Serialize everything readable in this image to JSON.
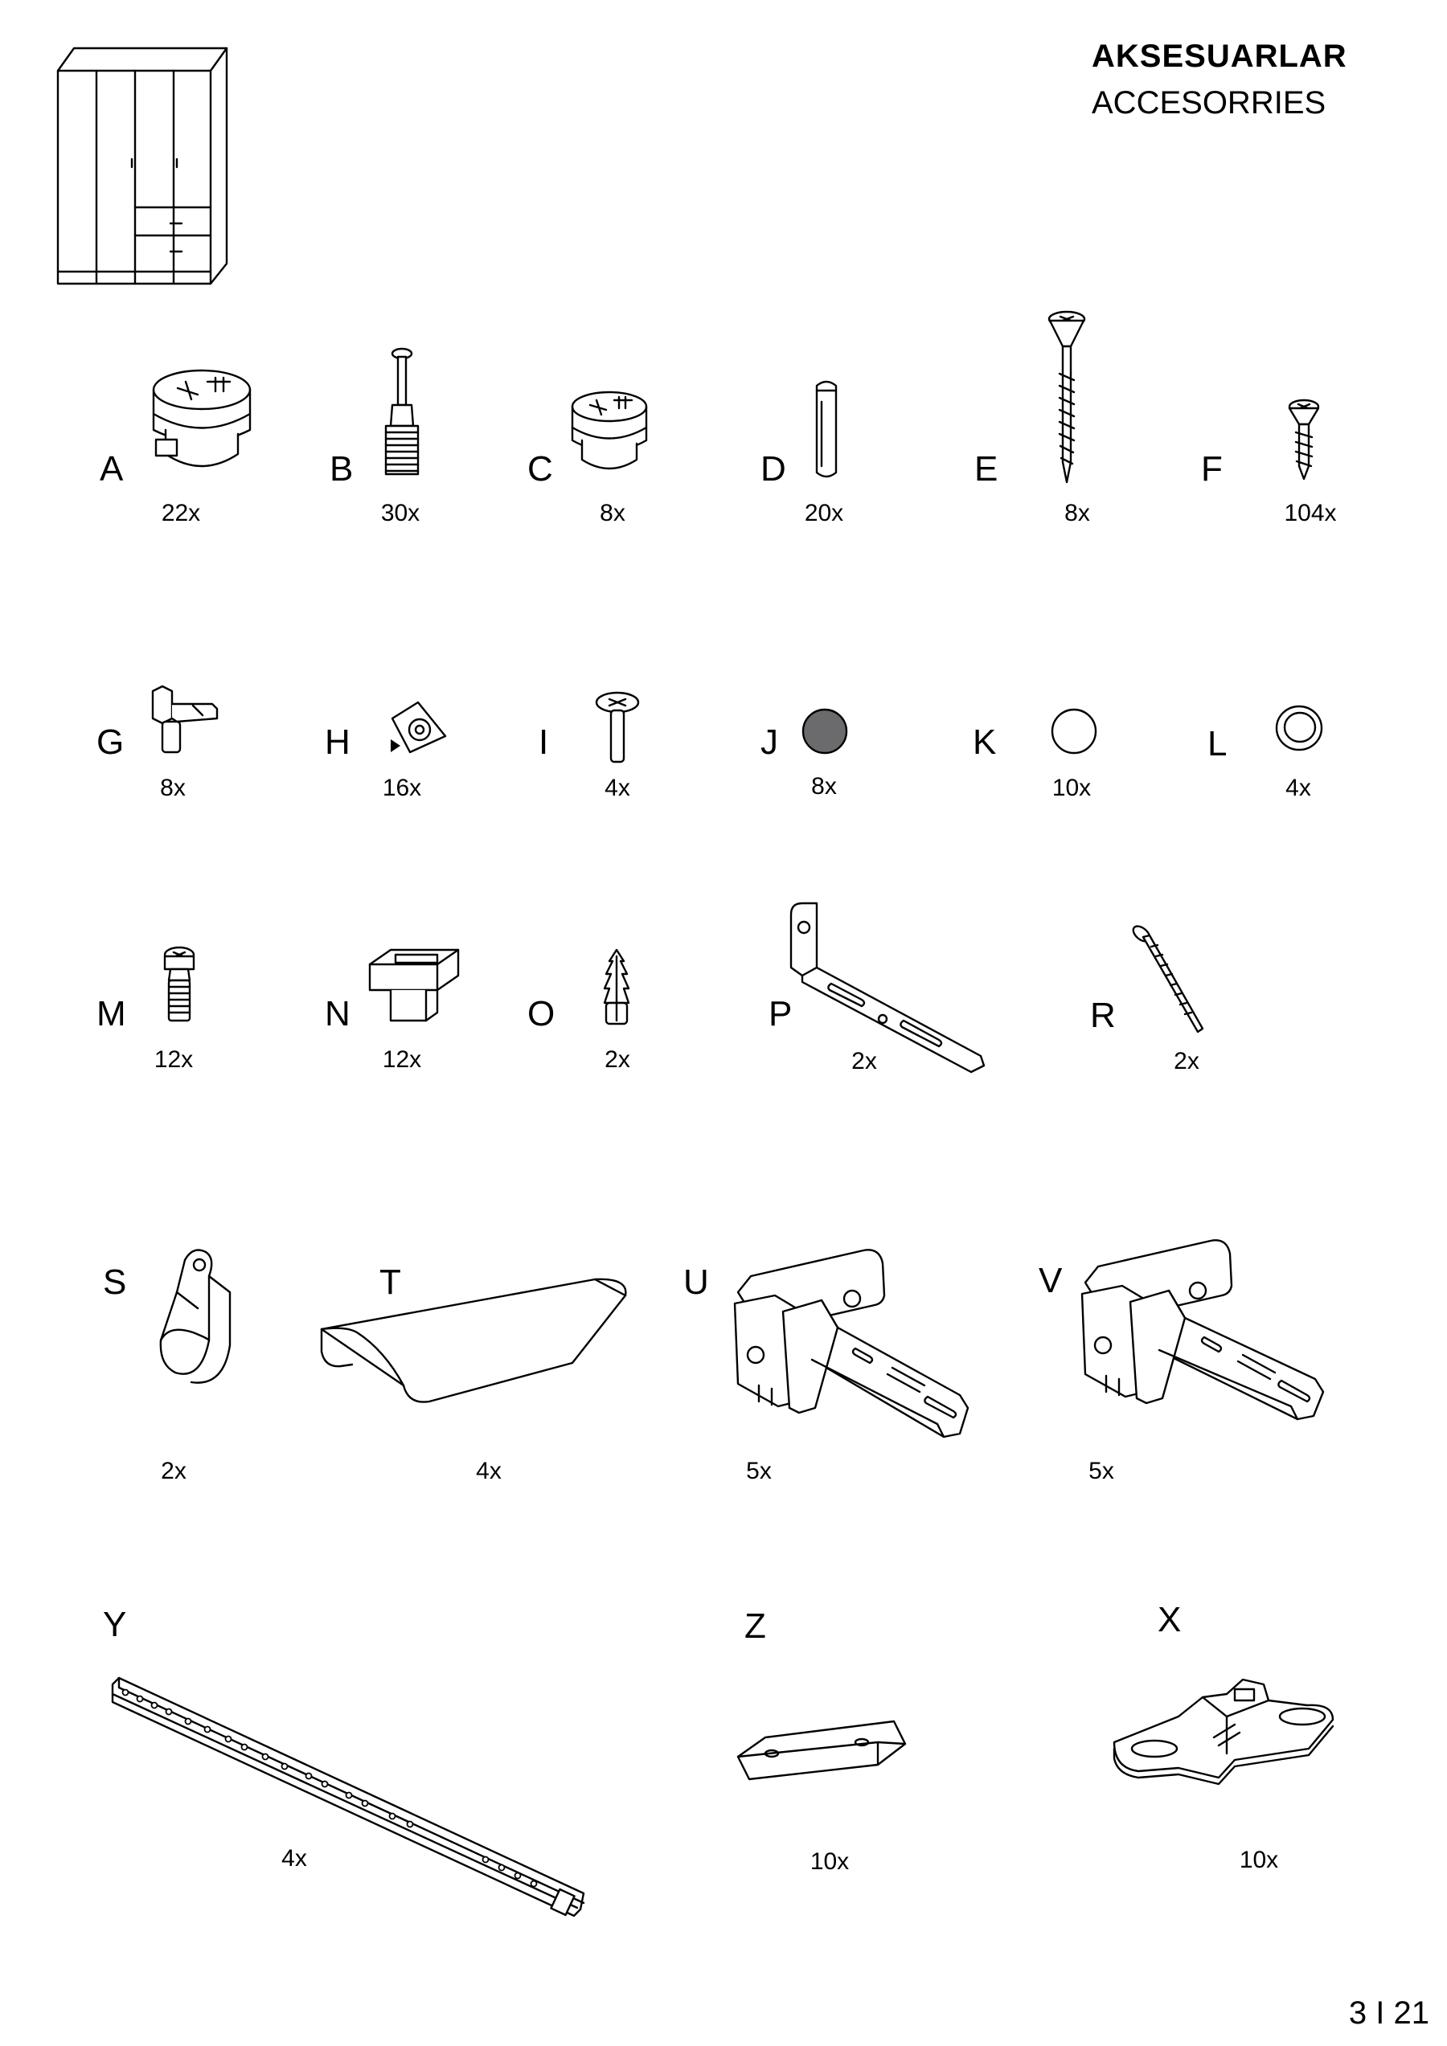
{
  "header": {
    "title_tr": "AKSESUARLAR",
    "title_en": "ACCESORRIES"
  },
  "parts": [
    {
      "letter": "A",
      "qty": "22x"
    },
    {
      "letter": "B",
      "qty": "30x"
    },
    {
      "letter": "C",
      "qty": "8x"
    },
    {
      "letter": "D",
      "qty": "20x"
    },
    {
      "letter": "E",
      "qty": "8x"
    },
    {
      "letter": "F",
      "qty": "104x"
    },
    {
      "letter": "G",
      "qty": "8x"
    },
    {
      "letter": "H",
      "qty": "16x"
    },
    {
      "letter": "I",
      "qty": "4x"
    },
    {
      "letter": "J",
      "qty": "8x"
    },
    {
      "letter": "K",
      "qty": "10x"
    },
    {
      "letter": "L",
      "qty": "4x"
    },
    {
      "letter": "M",
      "qty": "12x"
    },
    {
      "letter": "N",
      "qty": "12x"
    },
    {
      "letter": "O",
      "qty": "2x"
    },
    {
      "letter": "P",
      "qty": "2x"
    },
    {
      "letter": "R",
      "qty": "2x"
    },
    {
      "letter": "S",
      "qty": "2x"
    },
    {
      "letter": "T",
      "qty": "4x"
    },
    {
      "letter": "U",
      "qty": "5x"
    },
    {
      "letter": "V",
      "qty": "5x"
    },
    {
      "letter": "Y",
      "qty": "4x"
    },
    {
      "letter": "Z",
      "qty": "10x"
    },
    {
      "letter": "X",
      "qty": "10x"
    }
  ],
  "colors": {
    "cap_dark": "#6b6b6e",
    "line": "#000000"
  },
  "footer": {
    "page": "3 I 21"
  }
}
